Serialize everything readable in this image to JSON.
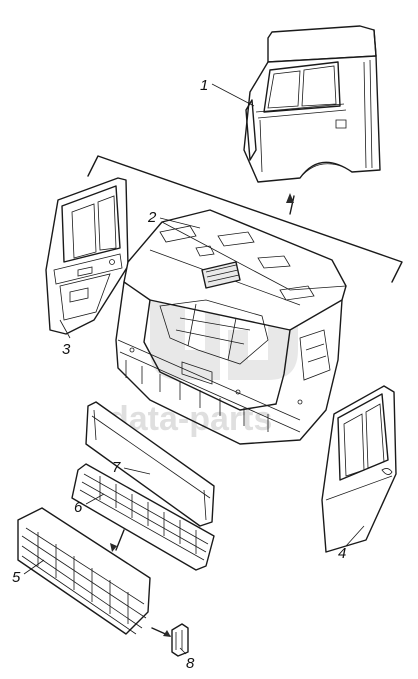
{
  "callouts": [
    {
      "id": "1",
      "label": "1"
    },
    {
      "id": "2",
      "label": "2"
    },
    {
      "id": "3",
      "label": "3"
    },
    {
      "id": "4",
      "label": "4"
    },
    {
      "id": "5",
      "label": "5"
    },
    {
      "id": "6",
      "label": "6"
    },
    {
      "id": "7",
      "label": "7"
    },
    {
      "id": "8",
      "label": "8"
    }
  ],
  "watermark": {
    "text": "data-parts"
  }
}
